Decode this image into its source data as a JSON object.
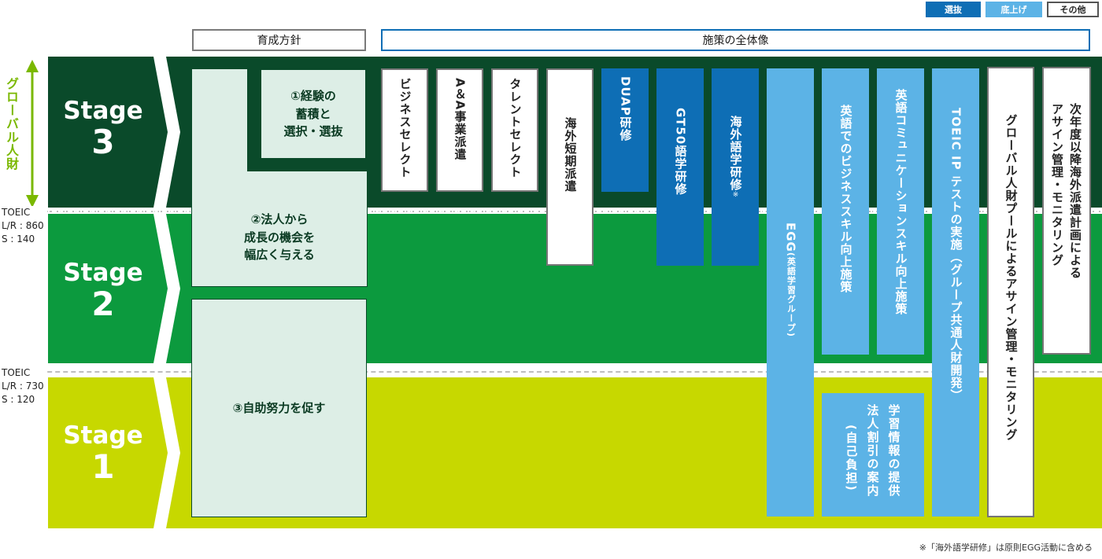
{
  "legend": {
    "senbatsu": "選抜",
    "sokoage": "底上げ",
    "other": "その他"
  },
  "headers": {
    "policy": "育成方針",
    "overview": "施策の全体像"
  },
  "global_talent": "グローバル人財",
  "stages": [
    {
      "word": "Stage",
      "num": "3"
    },
    {
      "word": "Stage",
      "num": "2"
    },
    {
      "word": "Stage",
      "num": "1"
    }
  ],
  "toeic_lines": [
    {
      "l1": "TOEIC",
      "l2": "L/R : 860",
      "l3": "S : 140"
    },
    {
      "l1": "TOEIC",
      "l2": "L/R : 730",
      "l3": "S : 120"
    }
  ],
  "policies": {
    "p1": [
      "①経験の",
      "蓄積と",
      "選択・選抜"
    ],
    "p2": [
      "②法人から",
      "成長の機会を",
      "幅広く与える"
    ],
    "p3": "③自助努力を促す"
  },
  "measures": [
    {
      "label": "ビジネスセレクト",
      "type": "other"
    },
    {
      "label": "A＆A事業派遣",
      "type": "other"
    },
    {
      "label": "タレントセレクト",
      "type": "other"
    },
    {
      "label": "海外短期派遣",
      "type": "other"
    },
    {
      "label": "DUAP研修",
      "type": "senbatsu"
    },
    {
      "label": "GT50語学研修",
      "type": "senbatsu"
    },
    {
      "label": "海外語学研修",
      "note": "※",
      "type": "senbatsu"
    },
    {
      "label": "EGG",
      "sub": "(英語学習グループ)",
      "type": "sokoage"
    },
    {
      "label": "英語でのビジネススキル向上施策",
      "type": "sokoage"
    },
    {
      "label": "英語コミュニケーションスキル向上施策",
      "type": "sokoage"
    },
    {
      "label": "学習情報の提供",
      "type": "sokoage"
    },
    {
      "label": "法人割引の案内",
      "type": "sokoage"
    },
    {
      "label": "(自己負担)",
      "type": "sokoage"
    },
    {
      "label": "TOEIC IP テストの実施（グループ共通人財開発）",
      "type": "sokoage"
    },
    {
      "label": "グローバル人財プールによるアサイン管理・モニタリング",
      "type": "other"
    },
    {
      "label": "次年度以降海外派遣計画による",
      "type": "other"
    },
    {
      "label": "アサイン管理・モニタリング",
      "type": "other"
    }
  ],
  "footnote": "※「海外語学研修」は原則EGG活動に含める",
  "colors": {
    "stage3": "#0a4a2a",
    "stage2": "#0c9a3e",
    "stage1": "#c7d800",
    "senbatsu": "#0e6eb5",
    "sokoage": "#5cb3e6",
    "arrow": "#7ab800"
  }
}
